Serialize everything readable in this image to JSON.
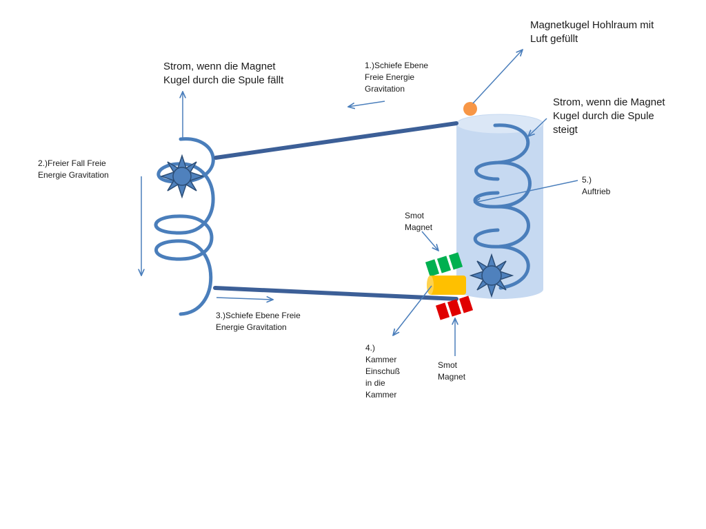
{
  "labels": {
    "magnet_ball_hollow": "Magnetkugel Hohlraum  mit\nLuft gefüllt",
    "current_falling": "Strom, wenn die Magnet\nKugel durch die Spule fällt",
    "inclined_plane_1": "1.)Schiefe Ebene\nFreie Energie\nGravitation",
    "current_rising": "Strom, wenn die Magnet\nKugel durch die Spule\nsteigt",
    "free_fall": "2.)Freier Fall Freie\nEnergie Gravitation",
    "buoyancy": "5.)\nAuftrieb",
    "smot_magnet_top": "Smot\nMagnet",
    "inclined_plane_3": "3.)Schiefe Ebene Freie\nEnergie Gravitation",
    "chamber_injection": "4.)\nKammer\nEinschuß\nin die\nKammer",
    "smot_magnet_bottom": "Smot\nMagnet"
  },
  "colors": {
    "coil": "#4a7ebb",
    "rail": "#3c5f97",
    "arrow": "#4a7ebb",
    "cylinder_fill": "#c6d9f1",
    "cylinder_top": "#dbe7f6",
    "magnet_ball": "#f79646",
    "star": "#4f81bd",
    "star_dark": "#2c4d75",
    "smot_green": "#00b050",
    "smot_red": "#e00000",
    "chamber_yellow": "#ffc000"
  }
}
